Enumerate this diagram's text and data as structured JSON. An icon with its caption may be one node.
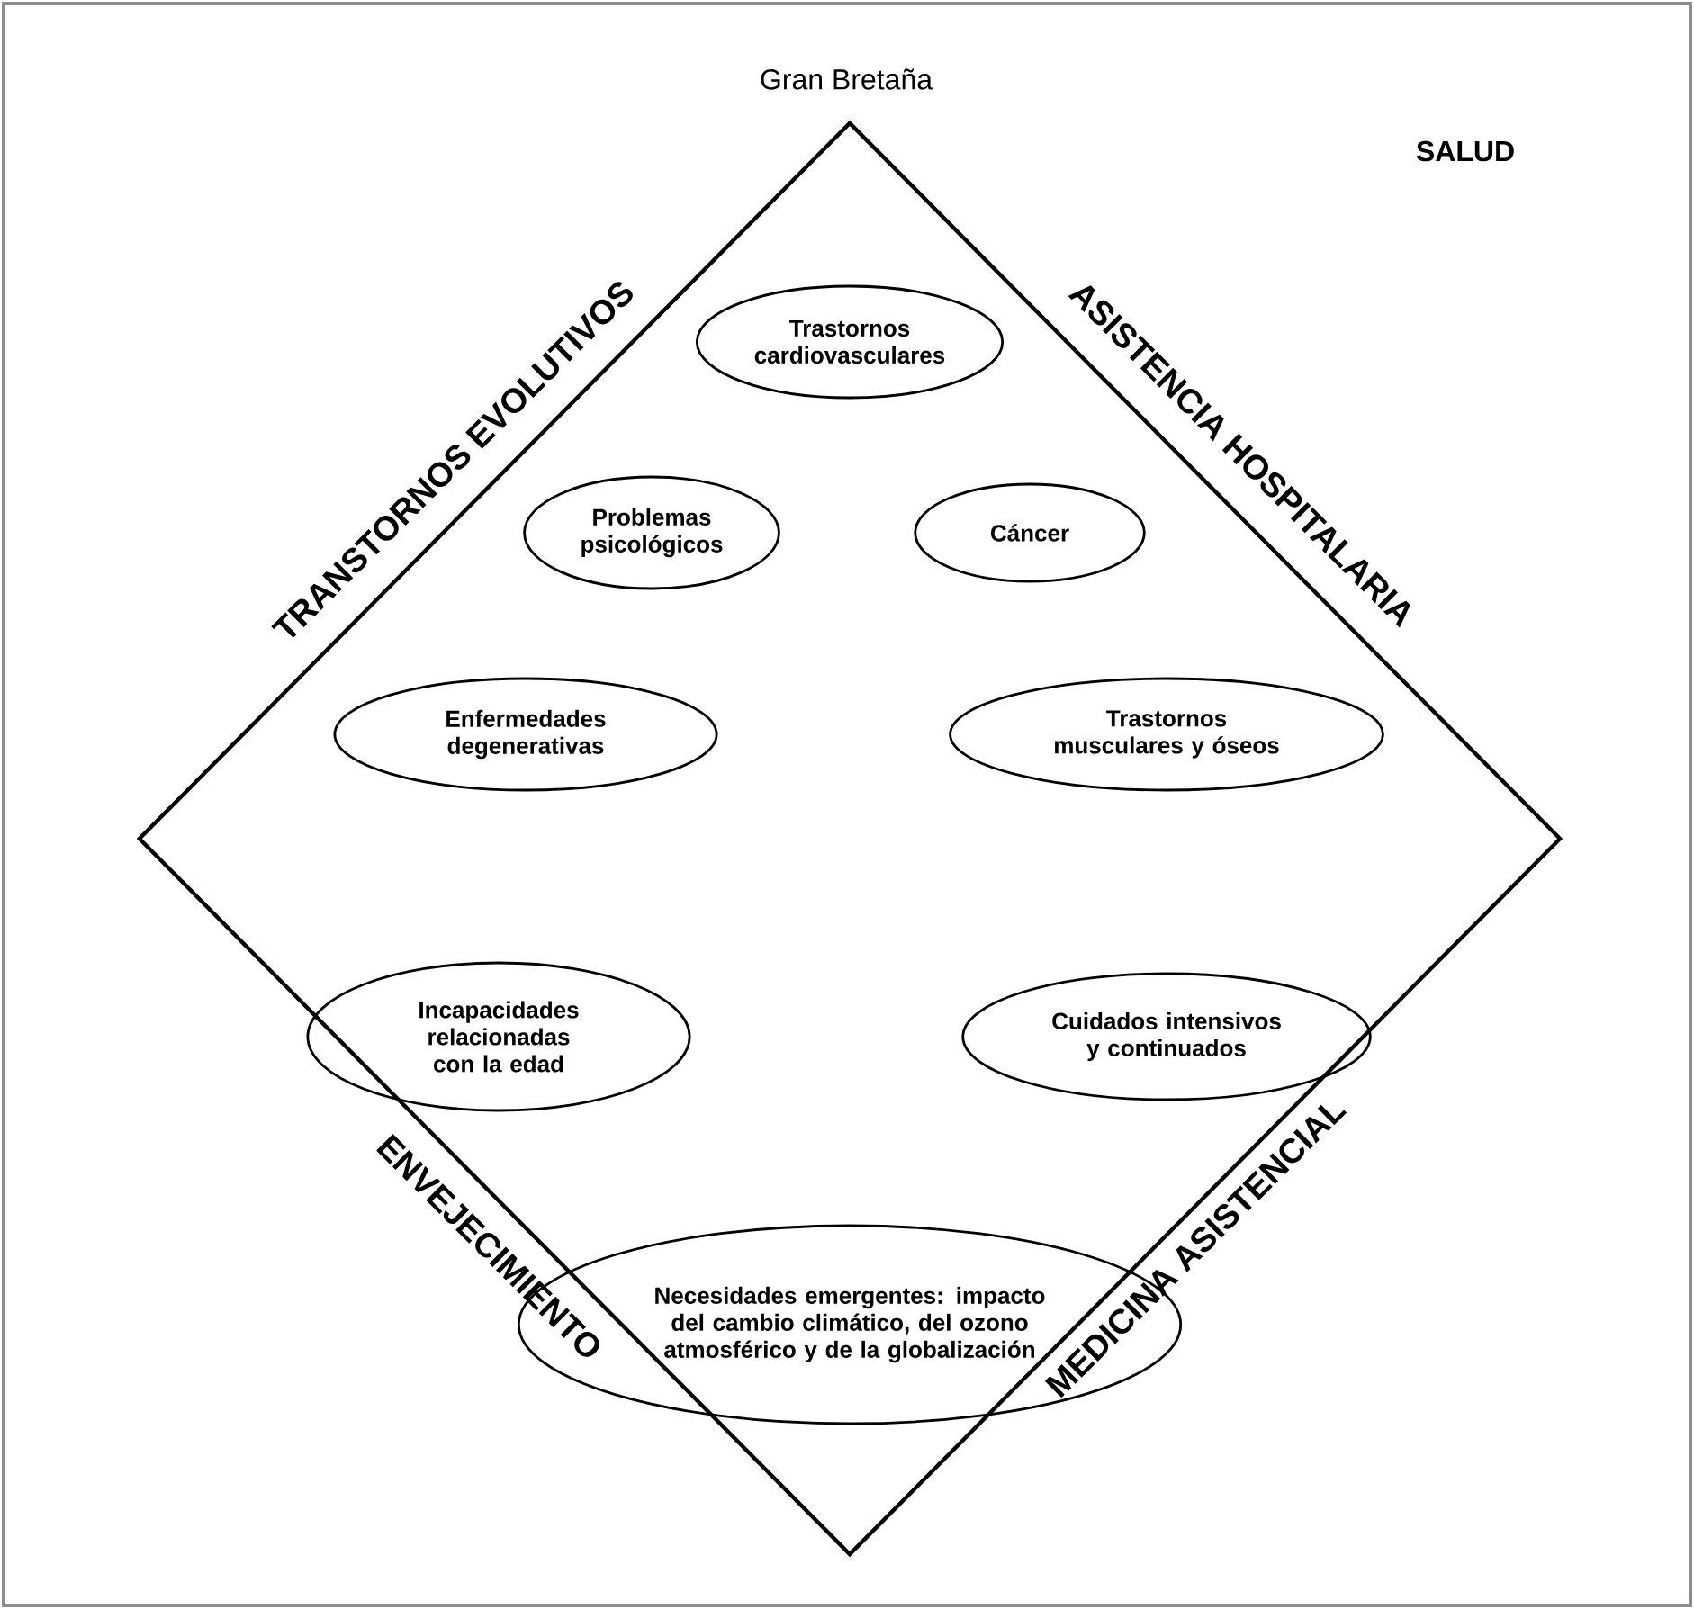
{
  "diagram": {
    "title": "Gran Bretaña",
    "nodes": [
      {
        "text": [],
        "shape": "diamond"
      },
      {
        "text": [
          "Trastornos cardiovasculares"
        ],
        "in": 0
      },
      {
        "text": [
          "Problemas psicológicos"
        ],
        "in": 0
      },
      {
        "text": [
          "Cáncer"
        ],
        "in": 0
      },
      {
        "text": [
          "Enfermedades degenerativas"
        ],
        "in": 0
      },
      {
        "text": [
          "Trastornos musculares y óseos"
        ],
        "in": 0
      },
      {
        "text": [
          "Incapacidades relacionadas con la edad"
        ],
        "in": 0
      },
      {
        "text": [
          "Cuidados intensivos y continuados"
        ],
        "in": 0
      },
      {
        "text": [
          "Necesidades emergentes: impacto del cambio climático, del ozono atmosférico y de la globalización"
        ],
        "in": 0
      }
    ],
    "edges": [],
    "labels": [
      "SALUD",
      "TRANSTORNOS EVOLUTIVOS",
      "ASISTENCIA HOSPITALARIA",
      "ENVEJECIMIENTO",
      "MEDICINA ASISTENCIAL"
    ]
  }
}
